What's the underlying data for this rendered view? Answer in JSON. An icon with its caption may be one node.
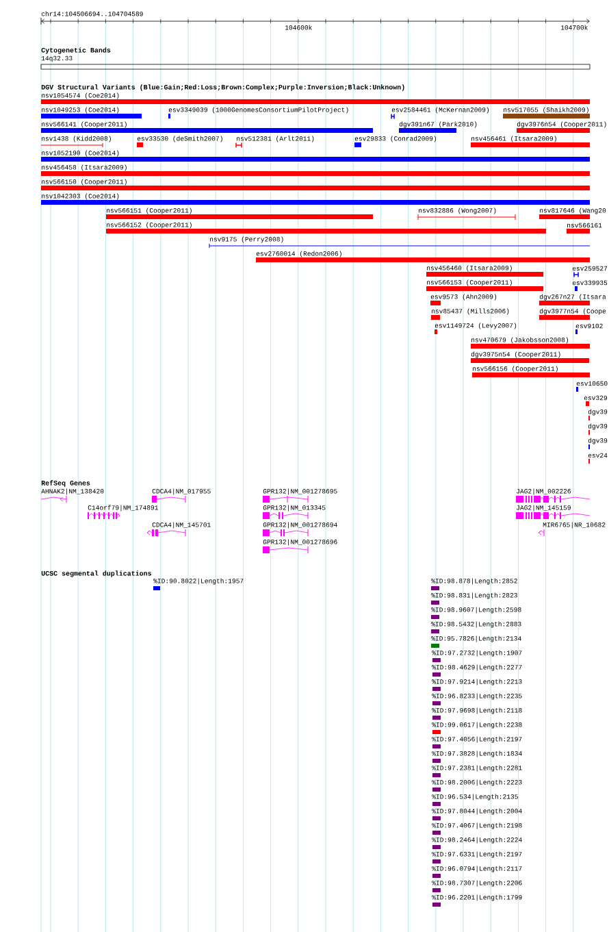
{
  "diagram": {
    "nodes": [
      {
        "text": [
          "nsv1054574 (Coe2014)"
        ]
      },
      {
        "text": [
          "nsv1049253 (Coe2014)"
        ]
      },
      {
        "text": [
          "esv3349039 (1000GenomesConsortiumPilotProject)"
        ]
      },
      {
        "text": [
          "esv2584461 (McKernan2009)"
        ]
      },
      {
        "text": [
          "nsv517055 (Shaikh2009)"
        ]
      },
      {
        "text": [
          "nsv566141 (Cooper2011)"
        ]
      },
      {
        "text": [
          "dgv391n67 (Park2010)"
        ]
      },
      {
        "text": [
          "dgv3976n54 (Cooper2011)"
        ]
      },
      {
        "text": [
          "nsv1438 (Kidd2008)"
        ]
      },
      {
        "text": [
          "esv33530 (deSmith2007)"
        ]
      },
      {
        "text": [
          "nsv512381 (Arlt2011)"
        ]
      },
      {
        "text": [
          "esv29833 (Conrad2009)"
        ]
      },
      {
        "text": [
          "nsv456461 (Itsara2009)"
        ]
      },
      {
        "text": [
          "nsv1052190 (Coe2014)"
        ]
      },
      {
        "text": [
          "nsv456458 (Itsara2009)"
        ]
      },
      {
        "text": [
          "nsv566150 (Cooper2011)"
        ]
      },
      {
        "text": [
          "nsv1042303 (Coe2014)"
        ]
      },
      {
        "text": [
          "nsv566151 (Cooper2011)"
        ]
      },
      {
        "text": [
          "nsv832886 (Wong2007)"
        ]
      },
      {
        "text": [
          "nsv817646 (Wang20"
        ]
      },
      {
        "text": [
          "nsv566152 (Cooper2011)"
        ]
      },
      {
        "text": [
          "nsv566161"
        ]
      },
      {
        "text": [
          "nsv9175 (Perry2008)"
        ]
      },
      {
        "text": [
          "esv2760014 (Redon2006)"
        ]
      },
      {
        "text": [
          "nsv456460 (Itsara2009)"
        ]
      },
      {
        "text": [
          "esv259527"
        ]
      },
      {
        "text": [
          "nsv566153 (Cooper2011)"
        ]
      },
      {
        "text": [
          "esv339935"
        ]
      },
      {
        "text": [
          "esv9573 (Ahn2009)"
        ]
      },
      {
        "text": [
          "dgv267n27 (Itsara"
        ]
      },
      {
        "text": [
          "nsv85437 (Mills2006)"
        ]
      },
      {
        "text": [
          "dgv3977n54 (Coope"
        ]
      },
      {
        "text": [
          "esv1149724 (Levy2007)"
        ]
      },
      {
        "text": [
          "esv9102"
        ]
      },
      {
        "text": [
          "nsv470679 (Jakobsson2008)"
        ]
      },
      {
        "text": [
          "dgv3975n54 (Cooper2011)"
        ]
      },
      {
        "text": [
          "nsv566156 (Cooper2011)"
        ]
      },
      {
        "text": [
          "esv10650"
        ]
      },
      {
        "text": [
          "esv329"
        ]
      },
      {
        "text": [
          "dgv39"
        ]
      },
      {
        "text": [
          "dgv39"
        ]
      },
      {
        "text": [
          "dgv39"
        ]
      },
      {
        "text": [
          "esv24"
        ]
      },
      {
        "text": [
          "AHNAK2|NM_138420"
        ]
      },
      {
        "text": [
          "CDCA4|NM_017955"
        ]
      },
      {
        "text": [
          "C14orf79|NM_174891"
        ]
      },
      {
        "text": [
          "CDCA4|NM_145701"
        ]
      },
      {
        "text": [
          "GPR132|NM_001278695"
        ]
      },
      {
        "text": [
          "GPR132|NM_013345"
        ]
      },
      {
        "text": [
          "GPR132|NM_001278694"
        ]
      },
      {
        "text": [
          "GPR132|NM_001278696"
        ]
      },
      {
        "text": [
          "JAG2|NM_002226"
        ]
      },
      {
        "text": [
          "JAG2|NM_145159"
        ]
      },
      {
        "text": [
          "MIR6765|NR_10682"
        ]
      },
      {
        "text": [
          "%ID:90.8022|Length:1957"
        ]
      },
      {
        "text": [
          "%ID:98.878|Length:2852"
        ]
      },
      {
        "text": [
          "%ID:98.831|Length:2823"
        ]
      },
      {
        "text": [
          "%ID:98.9607|Length:2598"
        ]
      },
      {
        "text": [
          "%ID:98.5432|Length:2883"
        ]
      },
      {
        "text": [
          "%ID:95.7826|Length:2134"
        ]
      },
      {
        "text": [
          "%ID:97.2732|Length:1907"
        ]
      },
      {
        "text": [
          "%ID:98.4629|Length:2277"
        ]
      },
      {
        "text": [
          "%ID:97.9214|Length:2213"
        ]
      },
      {
        "text": [
          "%ID:96.8233|Length:2235"
        ]
      },
      {
        "text": [
          "%ID:97.9698|Length:2118"
        ]
      },
      {
        "text": [
          "%ID:99.0617|Length:2238"
        ]
      },
      {
        "text": [
          "%ID:97.4056|Length:2197"
        ]
      },
      {
        "text": [
          "%ID:97.3828|Length:1834"
        ]
      },
      {
        "text": [
          "%ID:97.2381|Length:2281"
        ]
      },
      {
        "text": [
          "%ID:98.2006|Length:2223"
        ]
      },
      {
        "text": [
          "%ID:96.534|Length:2135"
        ]
      },
      {
        "text": [
          "%ID:97.8044|Length:2004"
        ]
      },
      {
        "text": [
          "%ID:97.4067|Length:2198"
        ]
      },
      {
        "text": [
          "%ID:98.2464|Length:2224"
        ]
      },
      {
        "text": [
          "%ID:97.6331|Length:2197"
        ]
      },
      {
        "text": [
          "%ID:96.0794|Length:2117"
        ]
      },
      {
        "text": [
          "%ID:98.7307|Length:2206"
        ]
      },
      {
        "text": [
          "%ID:96.2201|Length:1799"
        ]
      }
    ],
    "labels": [
      "chr14:104506694..104704589",
      "104600k",
      "104700k",
      "Cytogenetic Bands",
      "14q32.33",
      "DGV Structural Variants (Blue:Gain;Red:Loss;Brown:Complex;Purple:Inversion;Black:Unknown)",
      "RefSeq Genes",
      "UCSC segmental duplications"
    ]
  }
}
